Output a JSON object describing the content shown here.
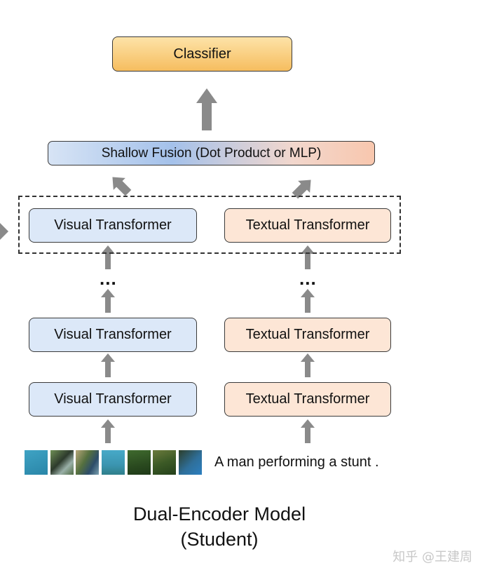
{
  "classifier": {
    "label": "Classifier"
  },
  "fusion": {
    "label": "Shallow Fusion (Dot Product or MLP)"
  },
  "visual_encoder": {
    "layers": [
      "Visual Transformer",
      "Visual Transformer",
      "Visual Transformer"
    ],
    "ellipsis": "..."
  },
  "textual_encoder": {
    "layers": [
      "Textual Transformer",
      "Textual Transformer",
      "Textual Transformer"
    ],
    "ellipsis": "..."
  },
  "inputs": {
    "video_frames_count": 7,
    "caption": "A man performing a stunt ."
  },
  "model_title": {
    "line1": "Dual-Encoder Model",
    "line2": "(Student)"
  },
  "watermark": "知乎 @王建周",
  "colors": {
    "arrow": "#8a8a8a",
    "visual_box": "#dce8f8",
    "textual_box": "#fde6d6",
    "classifier_top": "#fde3a8",
    "classifier_bottom": "#f6bd5f"
  }
}
